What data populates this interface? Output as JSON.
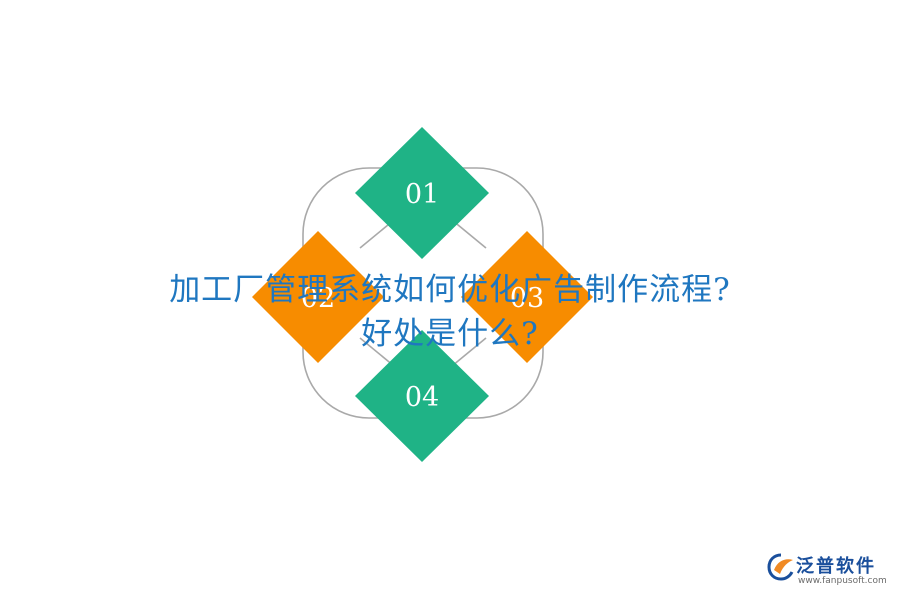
{
  "diagram": {
    "nodes": [
      {
        "label": "01",
        "color": "#1fb386"
      },
      {
        "label": "02",
        "color": "#f78c00"
      },
      {
        "label": "03",
        "color": "#f78c00"
      },
      {
        "label": "04",
        "color": "#1fb386"
      }
    ],
    "ring_color": "#a9a9a9"
  },
  "headline": {
    "line1": "加工厂管理系统如何优化广告制作流程?",
    "line2": "好处是什么?",
    "color": "#1f77c0"
  },
  "logo": {
    "brand": "泛普软件",
    "url": "www.fanpusoft.com",
    "color": "#1a4f9c",
    "icon": "fanpu-logo-icon"
  }
}
